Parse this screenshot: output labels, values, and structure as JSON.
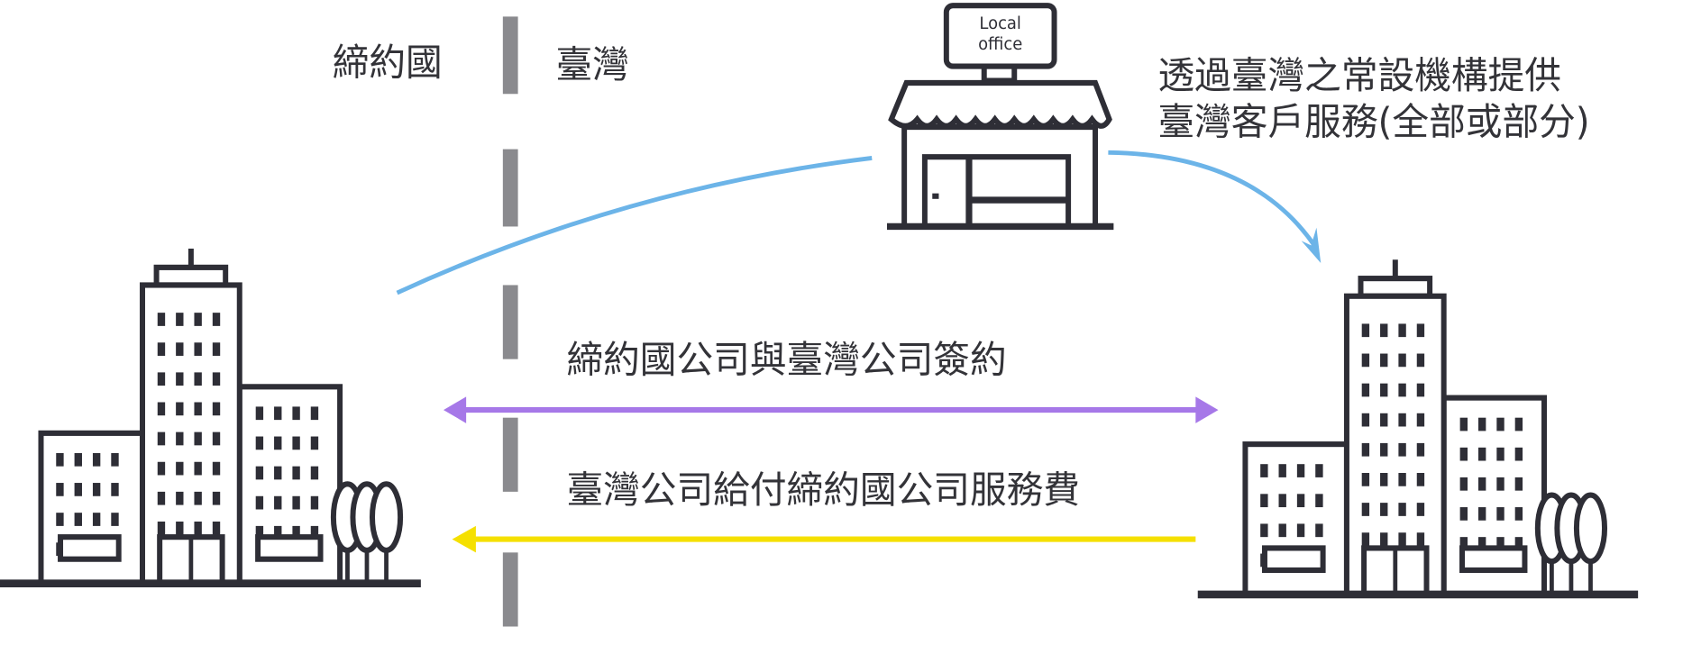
{
  "labels": {
    "left_region": "締約國",
    "right_region": "臺灣",
    "office_sign_line1": "Local",
    "office_sign_line2": "office",
    "office_note_line1": "透過臺灣之常設機構提供",
    "office_note_line2": "臺灣客戶服務(全部或部分)",
    "contract": "締約國公司與臺灣公司簽約",
    "payment": "臺灣公司給付締約國公司服務費"
  },
  "colors": {
    "divider": "#8a8a8e",
    "service_arrow": "#6cb4e8",
    "contract_arrow": "#a678e8",
    "payment_arrow": "#f5e000",
    "icon_stroke": "#2e2e36"
  }
}
